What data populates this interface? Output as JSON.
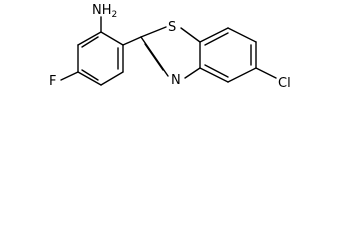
{
  "molecule": {
    "atoms": {
      "amine": {
        "element": "NH",
        "subscript": "2"
      },
      "fluorine": "F",
      "sulfur": "S",
      "nitrogen": "N",
      "chlorine": "Cl"
    },
    "colors": {
      "bond": "#000000",
      "label": "#000000",
      "background": "#ffffff"
    }
  }
}
